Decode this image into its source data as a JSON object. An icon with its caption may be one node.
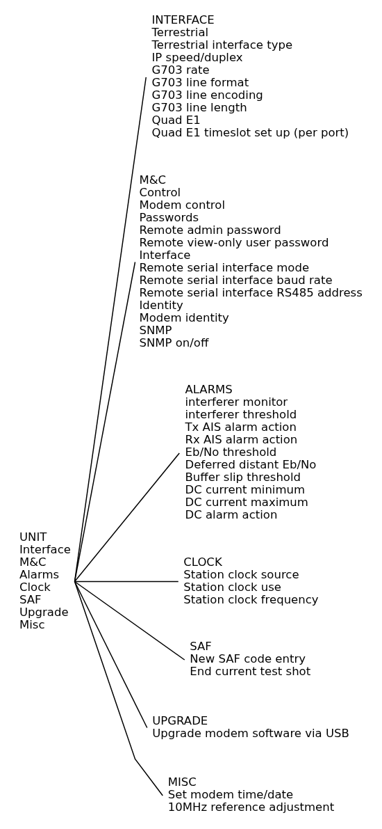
{
  "diagram": {
    "nodes": [
      {
        "text": [
          "UNIT",
          "Interface",
          "M&C",
          "Alarms",
          "Clock",
          "SAF",
          "Upgrade",
          "Misc"
        ]
      },
      {
        "text": [
          "INTERFACE",
          "Terrestrial",
          "Terrestrial interface type",
          "IP speed/duplex",
          "G703 rate",
          "G703 line format",
          "G703 line encoding",
          "G703 line length",
          "Quad E1",
          "Quad E1 timeslot set up (per port)"
        ]
      },
      {
        "text": [
          "M&C",
          "Control",
          "Modem control",
          "Passwords",
          "Remote admin password",
          "Remote view-only user password",
          "Interface",
          "Remote serial interface mode",
          "Remote serial interface baud rate",
          "Remote serial interface RS485 address",
          "Identity",
          "Modem identity",
          "SNMP",
          "SNMP on/off"
        ]
      },
      {
        "text": [
          "ALARMS",
          "interferer monitor",
          "interferer threshold",
          "Tx AIS alarm action",
          "Rx AIS alarm action",
          "Eb/No threshold",
          "Deferred distant Eb/No",
          "Buffer slip threshold",
          "DC current minimum",
          "DC current maximum",
          "DC alarm action"
        ]
      },
      {
        "text": [
          "CLOCK",
          "Station clock source",
          "Station clock use",
          "Station clock frequency"
        ]
      },
      {
        "text": [
          "SAF",
          "New SAF code entry",
          "End current test shot"
        ]
      },
      {
        "text": [
          "UPGRADE",
          "Upgrade modem software via USB"
        ]
      },
      {
        "text": [
          "MISC",
          "Set modem time/date",
          "10MHz reference adjustment"
        ]
      }
    ],
    "edges": [
      {
        "from": 0,
        "to": 1,
        "arrow": "none"
      },
      {
        "from": 0,
        "to": 2,
        "arrow": "none"
      },
      {
        "from": 0,
        "to": 3,
        "arrow": "none"
      },
      {
        "from": 0,
        "to": 4,
        "arrow": "none"
      },
      {
        "from": 0,
        "to": 5,
        "arrow": "none"
      },
      {
        "from": 0,
        "to": 6,
        "arrow": "none"
      },
      {
        "from": 0,
        "to": 7,
        "arrow": "none"
      }
    ]
  }
}
